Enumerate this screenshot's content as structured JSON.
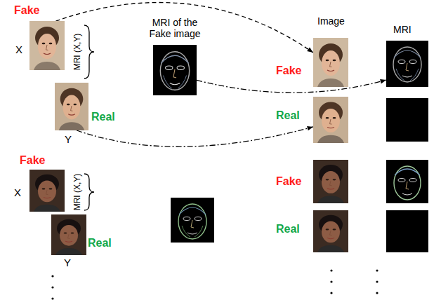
{
  "diagram": {
    "nodes": [
      {
        "text": [
          "Fake",
          "X"
        ]
      },
      {
        "text": [
          "Real",
          "Y"
        ]
      },
      {
        "text": [
          "MRI of the Fake image"
        ]
      },
      {
        "text": [
          "Image",
          "Fake"
        ]
      },
      {
        "text": [
          "MRI"
        ]
      },
      {
        "text": [
          "Real"
        ]
      },
      {
        "text": [
          "Fake",
          "X"
        ]
      },
      {
        "text": [
          "Real",
          "Y"
        ]
      },
      {
        "text": [
          "Fake"
        ]
      },
      {
        "text": [
          "Real"
        ]
      }
    ],
    "edges": [
      {
        "from": 0,
        "to": 3,
        "arrow": "to"
      },
      {
        "from": 2,
        "to": 4,
        "arrow": "to"
      },
      {
        "from": 1,
        "to": 5,
        "arrow": "to"
      }
    ],
    "labels": [
      "MRI (X,Y)",
      "MRI (X,Y)"
    ]
  }
}
